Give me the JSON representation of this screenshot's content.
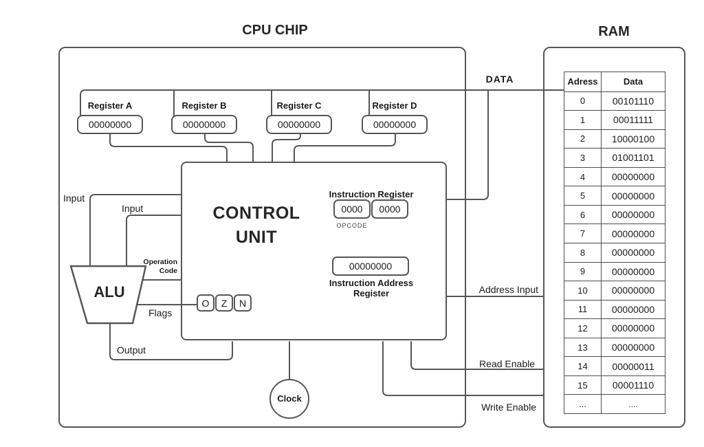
{
  "titles": {
    "cpu": "CPU CHIP",
    "ram": "RAM"
  },
  "registers": [
    {
      "label": "Register A",
      "value": "00000000"
    },
    {
      "label": "Register B",
      "value": "00000000"
    },
    {
      "label": "Register C",
      "value": "00000000"
    },
    {
      "label": "Register D",
      "value": "00000000"
    }
  ],
  "control_unit": {
    "title_line1": "CONTROL",
    "title_line2": "UNIT",
    "instruction_register": {
      "label": "Instruction Register",
      "opcode_value": "0000",
      "operand_value": "0000",
      "opcode_label": "OPCODE"
    },
    "instruction_address_register": {
      "value": "00000000",
      "label": "Instruction Address Register"
    },
    "flags": [
      "O",
      "Z",
      "N"
    ]
  },
  "alu": {
    "label": "ALU"
  },
  "clock": {
    "label": "Clock"
  },
  "wire_labels": {
    "input1": "Input",
    "input2": "Input",
    "operation_code_line1": "Operation",
    "operation_code_line2": "Code",
    "flags": "Flags",
    "output": "Output",
    "data": "DATA",
    "address_input": "Address Input",
    "read_enable": "Read Enable",
    "write_enable": "Write Enable"
  },
  "ram": {
    "headers": {
      "address": "Adress",
      "data": "Data"
    },
    "rows": [
      {
        "address": "0",
        "data": "00101110"
      },
      {
        "address": "1",
        "data": "00011111"
      },
      {
        "address": "2",
        "data": "10000100"
      },
      {
        "address": "3",
        "data": "01001101"
      },
      {
        "address": "4",
        "data": "00000000"
      },
      {
        "address": "5",
        "data": "00000000"
      },
      {
        "address": "6",
        "data": "00000000"
      },
      {
        "address": "7",
        "data": "00000000"
      },
      {
        "address": "8",
        "data": "00000000"
      },
      {
        "address": "9",
        "data": "00000000"
      },
      {
        "address": "10",
        "data": "00000000"
      },
      {
        "address": "11",
        "data": "00000000"
      },
      {
        "address": "12",
        "data": "00000000"
      },
      {
        "address": "13",
        "data": "00000000"
      },
      {
        "address": "14",
        "data": "00000011"
      },
      {
        "address": "15",
        "data": "00001110"
      },
      {
        "address": "...",
        "data": "...."
      }
    ]
  },
  "colors": {
    "line": "#565656",
    "box_border": "#565656",
    "text": "#1a1a1a",
    "background": "#ffffff"
  }
}
